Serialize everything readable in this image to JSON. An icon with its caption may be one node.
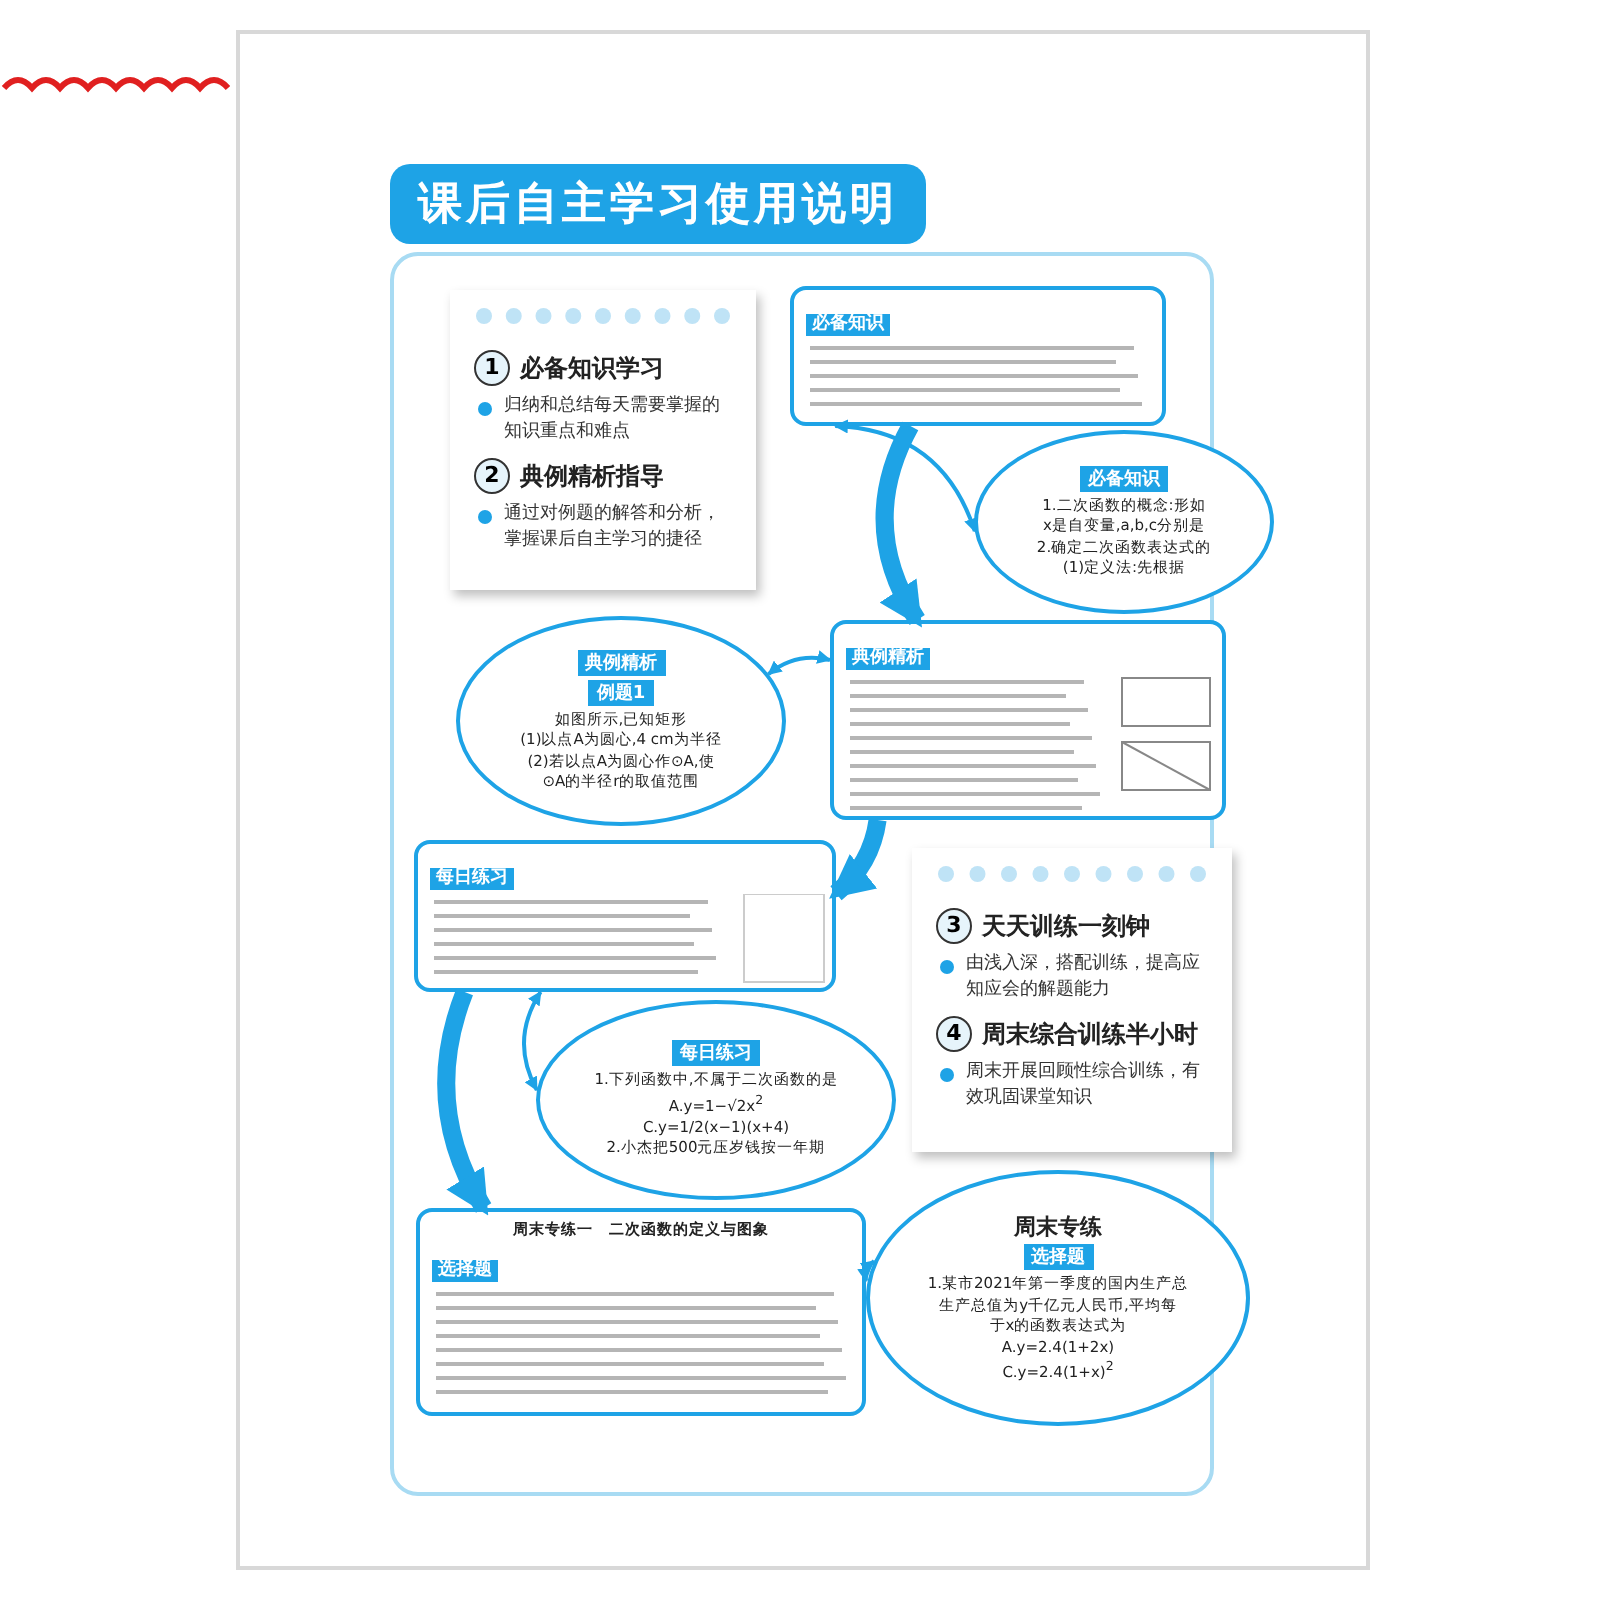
{
  "diagram": {
    "title": "课后自主学习使用说明",
    "nodes": [
      {
        "text": [
          "1",
          "必备知识学习",
          "归纳和总结每天需要掌握的知识重点和难点",
          "2",
          "典例精析指导",
          "通过对例题的解答和分析，掌握课后自主学习的捷径"
        ]
      },
      {
        "text": [
          "必备知识"
        ]
      },
      {
        "text": [
          "必备知识",
          "1.二次函数的概念:形如",
          "x是自变量,a,b,c分别是",
          "2.确定二次函数表达式的",
          "(1)定义法:先根据"
        ]
      },
      {
        "text": [
          "典例精析"
        ]
      },
      {
        "text": [
          "典例精析",
          "例题1",
          "如图所示,已知矩形",
          "(1)以点A为圆心,4 cm为半径",
          "(2)若以点A为圆心作⊙A,使",
          "⊙A的半径r的取值范围"
        ]
      },
      {
        "text": [
          "每日练习"
        ]
      },
      {
        "text": [
          "每日练习",
          "1.下列函数中,不属于二次函数的是",
          "A.y=1−√2x$^{2}$",
          "C.y=1/2(x−1)(x+4)",
          "2.小杰把500元压岁钱按一年期"
        ]
      },
      {
        "text": [
          "3",
          "天天训练一刻钟",
          "由浅入深，搭配训练，提高应知应会的解题能力",
          "4",
          "周末综合训练半小时",
          "周末开展回顾性综合训练，有效巩固课堂知识"
        ]
      },
      {
        "text": [
          "周末专练一　二次函数的定义与图象",
          "选择题"
        ]
      },
      {
        "text": [
          "周末专练",
          "选择题",
          "1.某市2021年第一季度的国内生产总",
          "生产总值为y千亿元人民币,平均每",
          "于x的函数表达式为",
          "A.y=2.4(1+2x)",
          "C.y=2.4(1+x)$^{2}$"
        ]
      }
    ],
    "edges": [
      {
        "from": 1,
        "to": 2,
        "arrow": "both"
      },
      {
        "from": 1,
        "to": 3,
        "arrow": "to",
        "style": "thick"
      },
      {
        "from": 3,
        "to": 4,
        "arrow": "both"
      },
      {
        "from": 3,
        "to": 5,
        "arrow": "to",
        "style": "thick"
      },
      {
        "from": 5,
        "to": 6,
        "arrow": "both"
      },
      {
        "from": 5,
        "to": 8,
        "arrow": "to",
        "style": "thick"
      },
      {
        "from": 8,
        "to": 9,
        "arrow": "both"
      }
    ]
  }
}
